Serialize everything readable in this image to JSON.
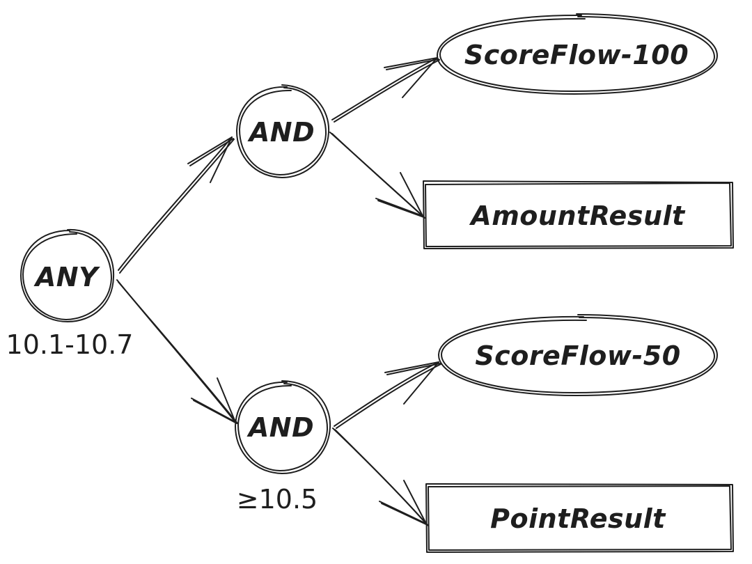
{
  "diagram": {
    "root": {
      "label": "ANY",
      "annotation": "10.1-10.7"
    },
    "branches": [
      {
        "label": "AND",
        "annotation": "",
        "outputs": [
          {
            "label": "ScoreFlow-100",
            "shape": "ellipse"
          },
          {
            "label": "AmountResult",
            "shape": "rectangle"
          }
        ]
      },
      {
        "label": "AND",
        "annotation": "≥10.5",
        "outputs": [
          {
            "label": "ScoreFlow-50",
            "shape": "ellipse"
          },
          {
            "label": "PointResult",
            "shape": "rectangle"
          }
        ]
      }
    ],
    "colors": {
      "stroke": "#1e1e1e",
      "background": "#ffffff"
    }
  }
}
